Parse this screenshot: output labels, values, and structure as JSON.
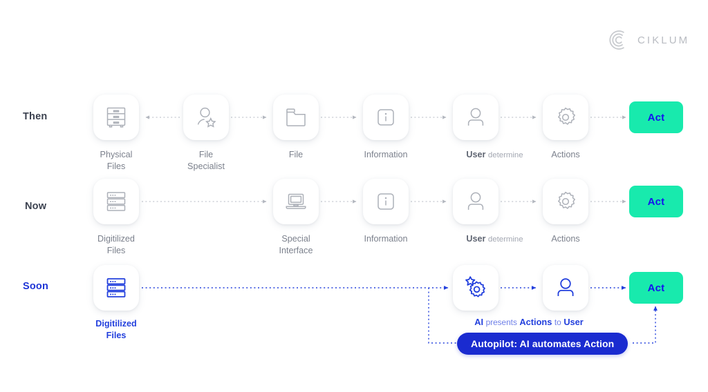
{
  "brand": {
    "name": "CIKLUM",
    "logo_icon": "ciklum-circular-c-logo"
  },
  "diagram": {
    "title": "Then / Now / Soon information-to-action flow",
    "colors": {
      "accent_blue": "#2340dd",
      "deep_blue": "#1a2bd0",
      "act_green": "#18eaad",
      "act_text_blue": "#1414ee",
      "grey_icon": "#a8acb5",
      "grey_text": "#7b808c",
      "label_dark": "#3c4250"
    },
    "rows": [
      {
        "label": "Then",
        "theme": "grey",
        "steps": [
          {
            "icon": "filing-cabinet-icon",
            "caption_lines": [
              "Physical",
              "Files"
            ]
          },
          {
            "icon": "person-star-specialist-icon",
            "caption_lines": [
              "File",
              "Specialist"
            ]
          },
          {
            "icon": "folder-icon",
            "caption_lines": [
              "File"
            ]
          },
          {
            "icon": "information-icon",
            "caption_lines": [
              "Information"
            ]
          },
          {
            "icon": "user-icon",
            "caption_strong": "User",
            "caption_light": "determine"
          },
          {
            "icon": "gear-actions-icon",
            "caption_lines": [
              "Actions"
            ]
          }
        ],
        "act_label": "Act"
      },
      {
        "label": "Now",
        "theme": "grey",
        "steps": [
          {
            "icon": "server-stack-icon",
            "caption_lines": [
              "Digitilized",
              "Files"
            ]
          },
          {
            "icon": "laptop-icon",
            "caption_lines": [
              "Special",
              "Interface"
            ]
          },
          {
            "icon": "information-icon",
            "caption_lines": [
              "Information"
            ]
          },
          {
            "icon": "user-icon",
            "caption_strong": "User",
            "caption_light": "determine"
          },
          {
            "icon": "gear-actions-icon",
            "caption_lines": [
              "Actions"
            ]
          }
        ],
        "act_label": "Act"
      },
      {
        "label": "Soon",
        "theme": "blue",
        "steps": [
          {
            "icon": "server-stack-icon",
            "caption_lines": [
              "Digitilized",
              "Files"
            ]
          },
          {
            "icon": "ai-gear-star-icon",
            "caption_lines": []
          },
          {
            "icon": "user-icon",
            "caption_lines": []
          }
        ],
        "ai_caption": {
          "part1_bold": "AI",
          "part2_light": "presents",
          "part3_bold": "Actions",
          "part4_light": "to",
          "part5_bold": "User"
        },
        "autopilot_label": "Autopilot: AI automates Action",
        "act_label": "Act"
      }
    ]
  }
}
